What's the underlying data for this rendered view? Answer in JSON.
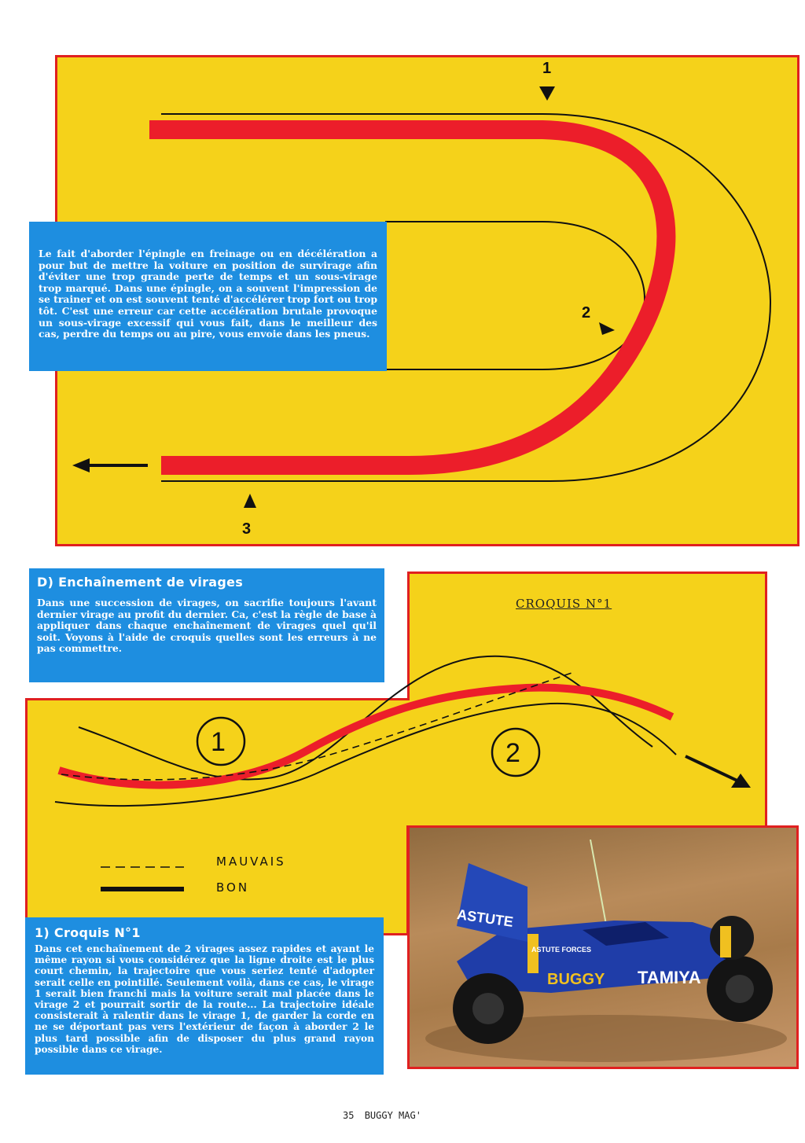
{
  "hairpin": {
    "marker_1": "1",
    "marker_2": "2",
    "marker_3": "3",
    "text": "Le fait d'aborder l'épingle en freinage ou en décélération a pour but de mettre la voiture en position de survirage afin d'éviter une trop grande perte de temps et un sous-virage trop marqué. Dans une épingle, on a souvent l'impression de se trainer et on est souvent tenté d'accélérer trop fort ou trop tôt. C'est une erreur car cette accélération brutale provoque un sous-virage excessif qui vous fait, dans le meilleur des cas, perdre du temps ou au pire, vous envoie dans les pneus."
  },
  "section_d": {
    "heading": "D) Enchaînement de virages",
    "text": "Dans une succession de virages, on sacrifie toujours l'avant dernier virage au profit du dernier. Ca, c'est la règle de base à appliquer dans chaque enchaînement de virages quel qu'il soit. Voyons à l'aide de croquis quelles sont les erreurs à ne pas commettre."
  },
  "croquis": {
    "label": "CROQUIS N°1",
    "circle_1": "1",
    "circle_2": "2"
  },
  "legend": {
    "bad": "MAUVAIS",
    "good": "BON"
  },
  "section_1": {
    "heading": "1) Croquis N°1",
    "text": "Dans cet enchaînement de 2 virages assez rapides et ayant le même rayon si vous considérez que la ligne droite est le plus court chemin, la trajectoire que vous seriez tenté d'adopter serait celle en pointillé. Seulement voilà, dans ce cas, le virage 1 serait bien franchi mais la voiture serait mal placée dans le virage 2 et pourrait sortir de la route... La trajectoire idéale consisterait à ralentir dans le virage 1, de garder la corde en ne se déportant pas vers l'extérieur de façon à aborder 2 le plus tard possible afin de disposer du plus grand rayon possible dans ce virage."
  },
  "photo": {
    "wing_text": "ASTUTE",
    "side_text": "ASTUTE FORCES",
    "brand_1": "BUGGY",
    "brand_2": "TAMIYA"
  },
  "footer": {
    "page_number": "35",
    "magazine": "BUGGY MAG'"
  },
  "colors": {
    "yellow": "#f5d21a",
    "red": "#e02020",
    "blue": "#1e8ee0"
  }
}
